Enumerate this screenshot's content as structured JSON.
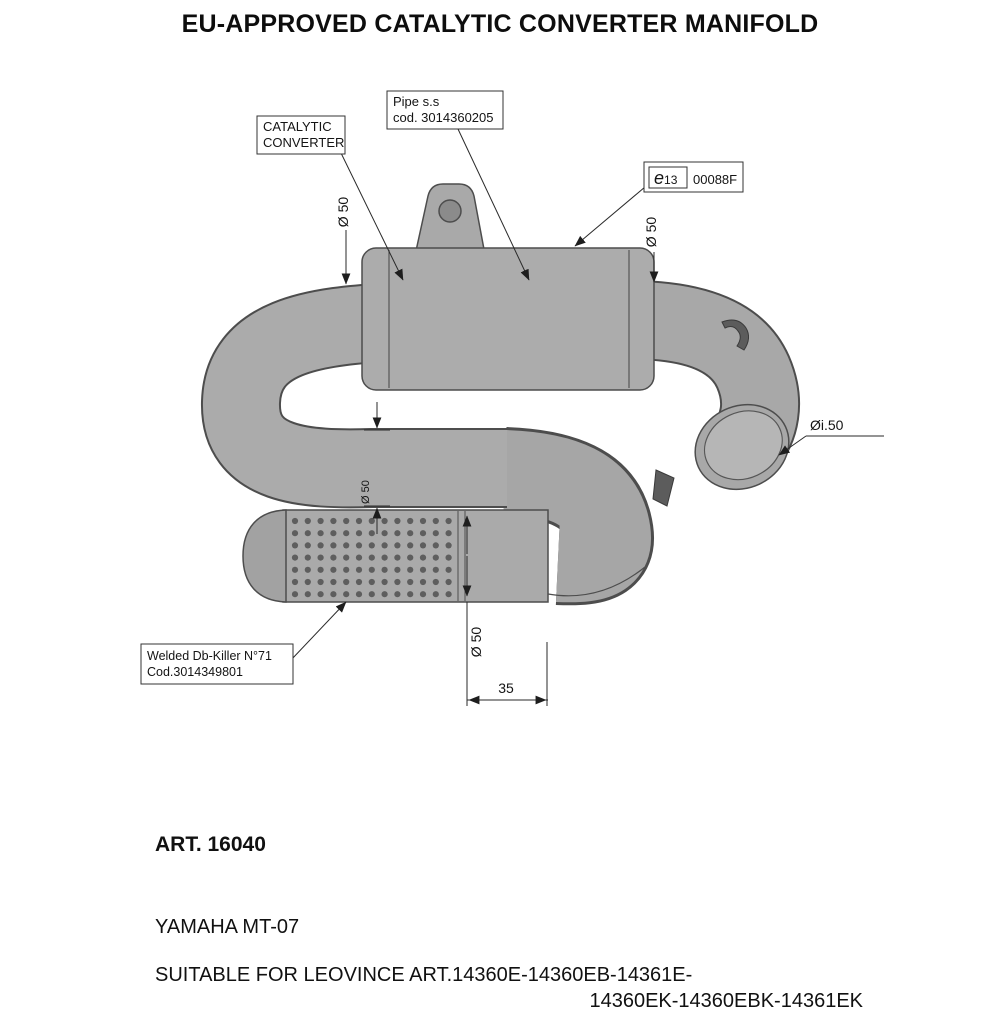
{
  "title": "EU-APPROVED CATALYTIC CONVERTER MANIFOLD",
  "labels": {
    "catalytic": {
      "line1": "CATALYTIC",
      "line2": "CONVERTER"
    },
    "pipe": {
      "line1": "Pipe s.s",
      "line2": "cod. 3014360205"
    },
    "approval": {
      "letter": "e",
      "digits": "13",
      "code": "00088F"
    },
    "db_killer": {
      "line1": "Welded Db-Killer N°71",
      "line2": "Cod.3014349801"
    }
  },
  "dimensions": {
    "muffler_inlet_dia": "Ø 50",
    "outlet_pipe_dia": "Ø 50",
    "mid_pipe_dia": "Ø 50",
    "end_pipe_dia": "Ø 50",
    "outlet_inner_dia": "Øi.50",
    "end_length": "35"
  },
  "footer": {
    "art": "ART. 16040",
    "model": "YAMAHA MT-07",
    "suitable_line1": "SUITABLE FOR LEOVINCE ART.14360E-14360EB-14361E-",
    "suitable_line2": "14360EK-14360EBK-14361EK"
  },
  "colors": {
    "pipe_fill": "#a9a9a9",
    "pipe_outline": "#4d4d4d",
    "dim_line": "#2a2a2a",
    "background": "#ffffff"
  }
}
